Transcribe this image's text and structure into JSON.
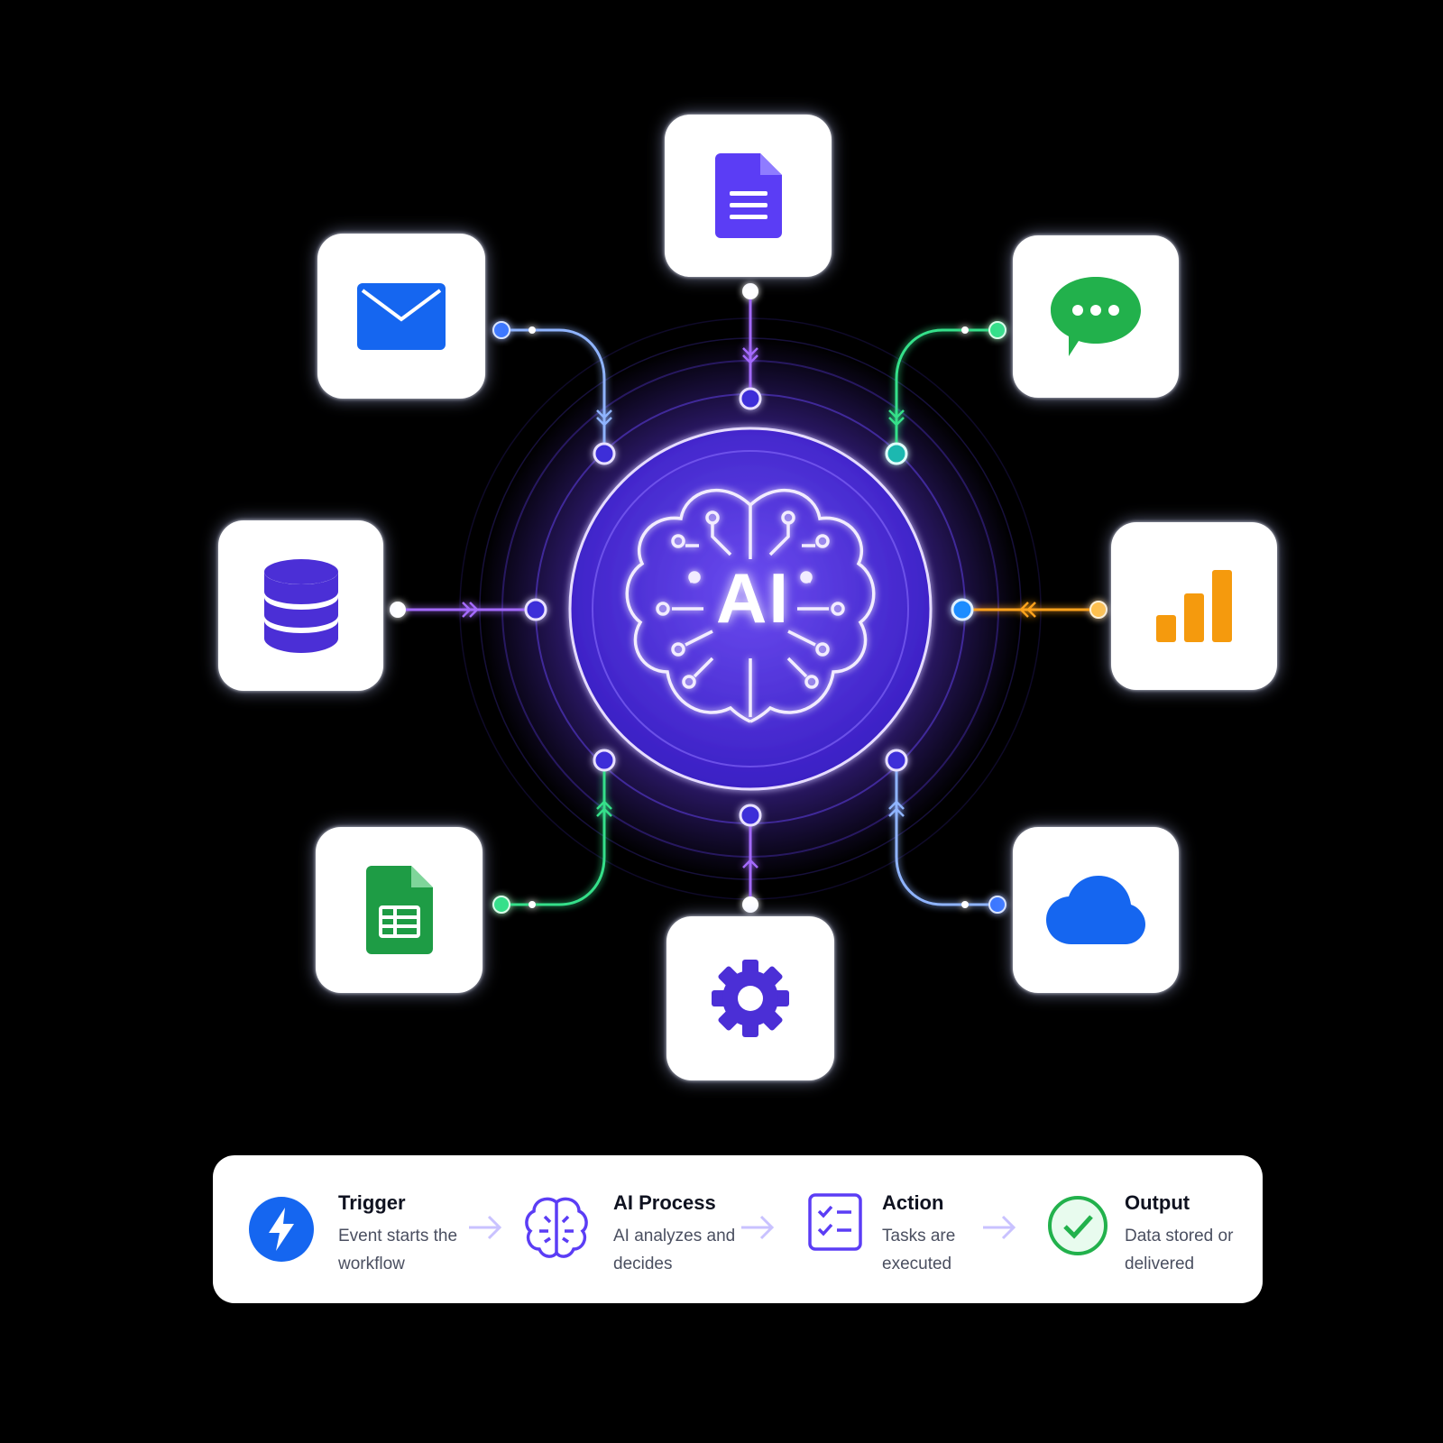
{
  "hub": {
    "label": "AI",
    "color": "#5a36e0"
  },
  "apps": [
    {
      "name": "document",
      "icon": "document-icon",
      "color": "#5b3df5"
    },
    {
      "name": "email",
      "icon": "email-icon",
      "color": "#1566f0"
    },
    {
      "name": "chat",
      "icon": "chat-bubble-icon",
      "color": "#22b14c"
    },
    {
      "name": "database",
      "icon": "database-icon",
      "color": "#4b2fd6"
    },
    {
      "name": "analytics",
      "icon": "bar-chart-icon",
      "color": "#f59a0d"
    },
    {
      "name": "spreadsheet",
      "icon": "spreadsheet-icon",
      "color": "#1e9c45"
    },
    {
      "name": "settings",
      "icon": "gear-icon",
      "color": "#4b2fd6"
    },
    {
      "name": "cloud",
      "icon": "cloud-icon",
      "color": "#1566f0"
    }
  ],
  "connector_colors": {
    "purple": "#a46bff",
    "blue": "#8fb4ff",
    "green": "#36e08a",
    "orange": "#ffa21f",
    "node_fill": "#3d2fd8"
  },
  "legend": {
    "steps": [
      {
        "title": "Trigger",
        "description": "Event starts the workflow",
        "icon": "lightning-icon",
        "color": "#1566f0"
      },
      {
        "title": "AI Process",
        "description": "AI analyzes and decides",
        "icon": "brain-icon",
        "color": "#5b3df5"
      },
      {
        "title": "Action",
        "description": "Tasks are executed",
        "icon": "checklist-icon",
        "color": "#5b3df5"
      },
      {
        "title": "Output",
        "description": "Data stored or delivered",
        "icon": "check-circle-icon",
        "color": "#22b14c"
      }
    ],
    "arrow_color": "#c9c2ff"
  }
}
